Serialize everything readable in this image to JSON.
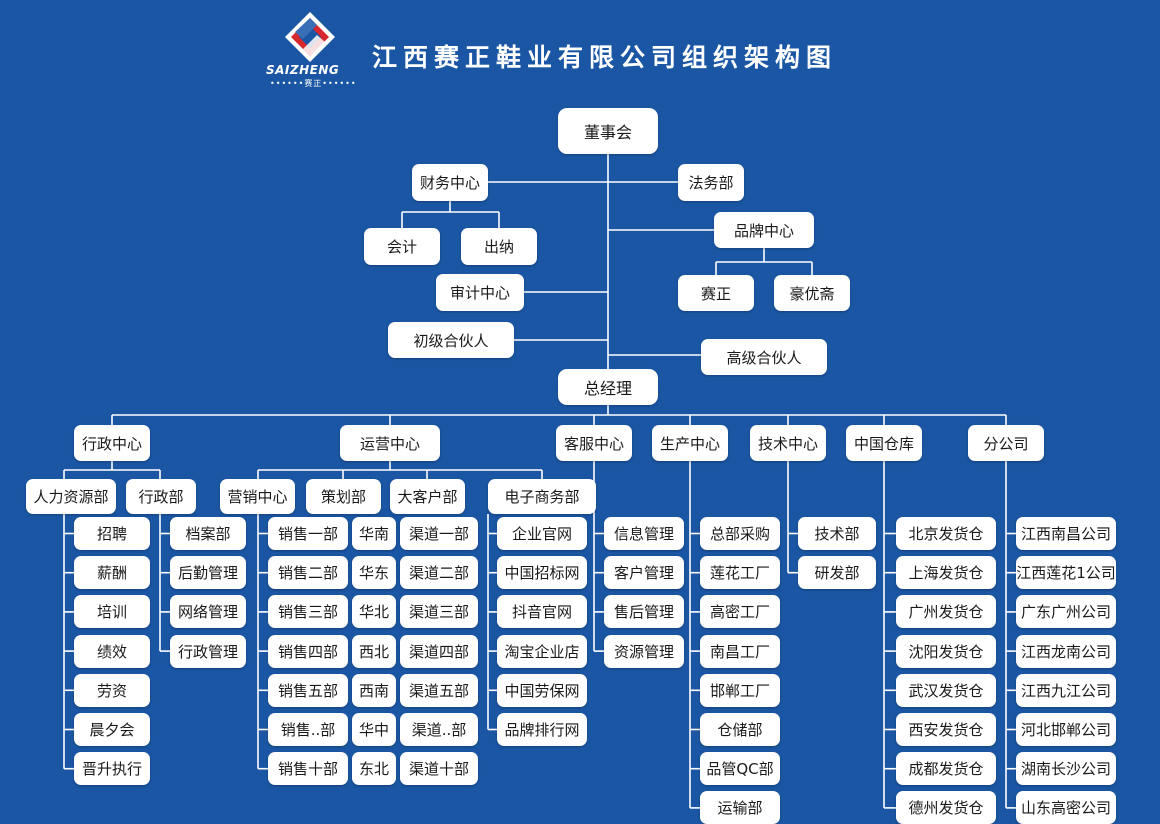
{
  "header": {
    "title": "江西赛正鞋业有限公司组织架构图",
    "logo_text": "SAIZHENG",
    "logo_sub": "••••••赛正••••••"
  },
  "top": {
    "board": "董事会",
    "finance": "财务中心",
    "legal": "法务部",
    "accounting": "会计",
    "cashier": "出纳",
    "brand_center": "品牌中心",
    "brand_saizheng": "赛正",
    "brand_haoyouzhai": "豪优斋",
    "audit": "审计中心",
    "junior_partner": "初级合伙人",
    "senior_partner": "高级合伙人",
    "general_manager": "总经理"
  },
  "departments": {
    "admin_center": "行政中心",
    "ops_center": "运营中心",
    "service_center": "客服中心",
    "production_center": "生产中心",
    "tech_center": "技术中心",
    "warehouse": "中国仓库",
    "branches": "分公司"
  },
  "admin": {
    "hr": "人力资源部",
    "hr_items": [
      "招聘",
      "薪酬",
      "培训",
      "绩效",
      "劳资",
      "晨夕会",
      "晋升执行"
    ],
    "admin_dept": "行政部",
    "admin_items": [
      "档案部",
      "后勤管理",
      "网络管理",
      "行政管理"
    ]
  },
  "ops": {
    "marketing": "营销中心",
    "sales": [
      "销售一部",
      "销售二部",
      "销售三部",
      "销售四部",
      "销售五部",
      "销售..部",
      "销售十部"
    ],
    "planning": "策划部",
    "regions": [
      "华南",
      "华东",
      "华北",
      "西北",
      "西南",
      "华中",
      "东北"
    ],
    "key_accounts": "大客户部",
    "channels": [
      "渠道一部",
      "渠道二部",
      "渠道三部",
      "渠道四部",
      "渠道五部",
      "渠道..部",
      "渠道十部"
    ],
    "ecommerce": "电子商务部",
    "ecom_items": [
      "企业官网",
      "中国招标网",
      "抖音官网",
      "淘宝企业店",
      "中国劳保网",
      "品牌排行网"
    ]
  },
  "service_items": [
    "信息管理",
    "客户管理",
    "售后管理",
    "资源管理"
  ],
  "production_items": [
    "总部采购",
    "莲花工厂",
    "高密工厂",
    "南昌工厂",
    "邯郸工厂",
    "仓储部",
    "品管QC部",
    "运输部"
  ],
  "tech_items": [
    "技术部",
    "研发部"
  ],
  "warehouse_items": [
    "北京发货仓",
    "上海发货仓",
    "广州发货仓",
    "沈阳发货仓",
    "武汉发货仓",
    "西安发货仓",
    "成都发货仓",
    "德州发货仓"
  ],
  "branch_items": [
    "江西南昌公司",
    "江西莲花1公司",
    "广东广州公司",
    "江西龙南公司",
    "江西九江公司",
    "河北邯郸公司",
    "湖南长沙公司",
    "山东高密公司"
  ],
  "colors": {
    "background": "#1a56a3",
    "box": "#ffffff",
    "line": "#ffffff",
    "logo_red": "#d7282f"
  }
}
